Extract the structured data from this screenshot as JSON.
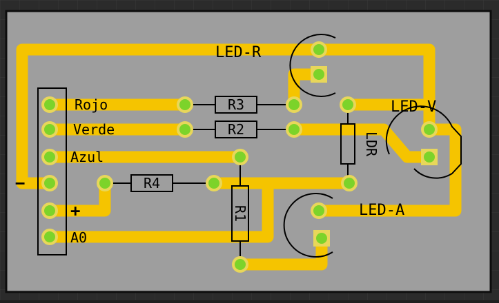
{
  "colors": {
    "background": "#2b2b2b",
    "grid": "#3a3a3a",
    "board": "#9e9e9e",
    "board_outline": "#0d0d0d",
    "trace": "#f5c400",
    "pad_ring": "#e8d75a",
    "pad_center": "#7cd32a",
    "silkscreen": "#000000"
  },
  "header": {
    "pins": [
      "Rojo",
      "Verde",
      "Azul",
      "−",
      "+",
      "A0"
    ]
  },
  "components": {
    "r3": "R3",
    "r2": "R2",
    "r4": "R4",
    "r1": "R1",
    "ldr": "LDR",
    "led_r": "LED-R",
    "led_v": "LED-V",
    "led_a": "LED-A"
  }
}
